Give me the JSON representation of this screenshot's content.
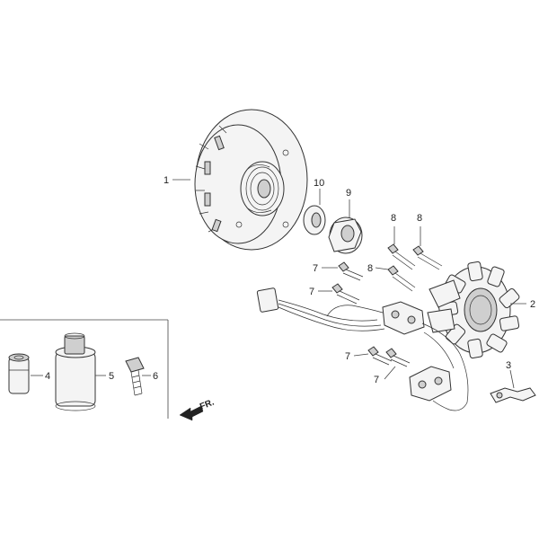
{
  "callouts": {
    "c1": "1",
    "c2": "2",
    "c3": "3",
    "c4": "4",
    "c5": "5",
    "c6": "6",
    "c7a": "7",
    "c7b": "7",
    "c7c": "7",
    "c7d": "7",
    "c8a": "8",
    "c8b": "8",
    "c8c": "8",
    "c9": "9",
    "c10": "10"
  },
  "direction_arrow": {
    "label": "FR."
  },
  "colors": {
    "line": "#333333",
    "fill": "#f4f4f4",
    "shade": "#cfcfcf"
  }
}
